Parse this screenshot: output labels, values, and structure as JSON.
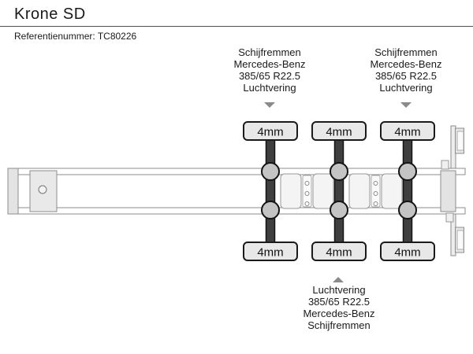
{
  "header": {
    "title": "Krone SD",
    "reference": "Referentienummer: TC80226"
  },
  "annotations": {
    "top_left": {
      "lines": [
        "Schijfremmen",
        "Mercedes-Benz",
        "385/65 R22.5",
        "Luchtvering"
      ],
      "arrow": "down"
    },
    "top_right": {
      "lines": [
        "Schijfremmen",
        "Mercedes-Benz",
        "385/65 R22.5",
        "Luchtvering"
      ],
      "arrow": "down"
    },
    "bottom": {
      "lines": [
        "Luchtvering",
        "385/65 R22.5",
        "Mercedes-Benz",
        "Schijfremmen"
      ],
      "arrow": "up"
    }
  },
  "diagram": {
    "type": "semi-trailer-chassis-top-view",
    "axle_count": 3,
    "axles": [
      {
        "tread_top": "4mm",
        "tread_bottom": "4mm"
      },
      {
        "tread_top": "4mm",
        "tread_bottom": "4mm"
      },
      {
        "tread_top": "4mm",
        "tread_bottom": "4mm"
      }
    ]
  },
  "colors": {
    "axle_bar": "#3f3f3f",
    "wheel_hub": "#c4c4c4",
    "label_fill": "#e8e8e8",
    "label_border": "#1a1a1a",
    "chassis_line": "#8c8c8c",
    "arrow_gray": "#8a8a8a",
    "text": "#1a1a1a"
  }
}
